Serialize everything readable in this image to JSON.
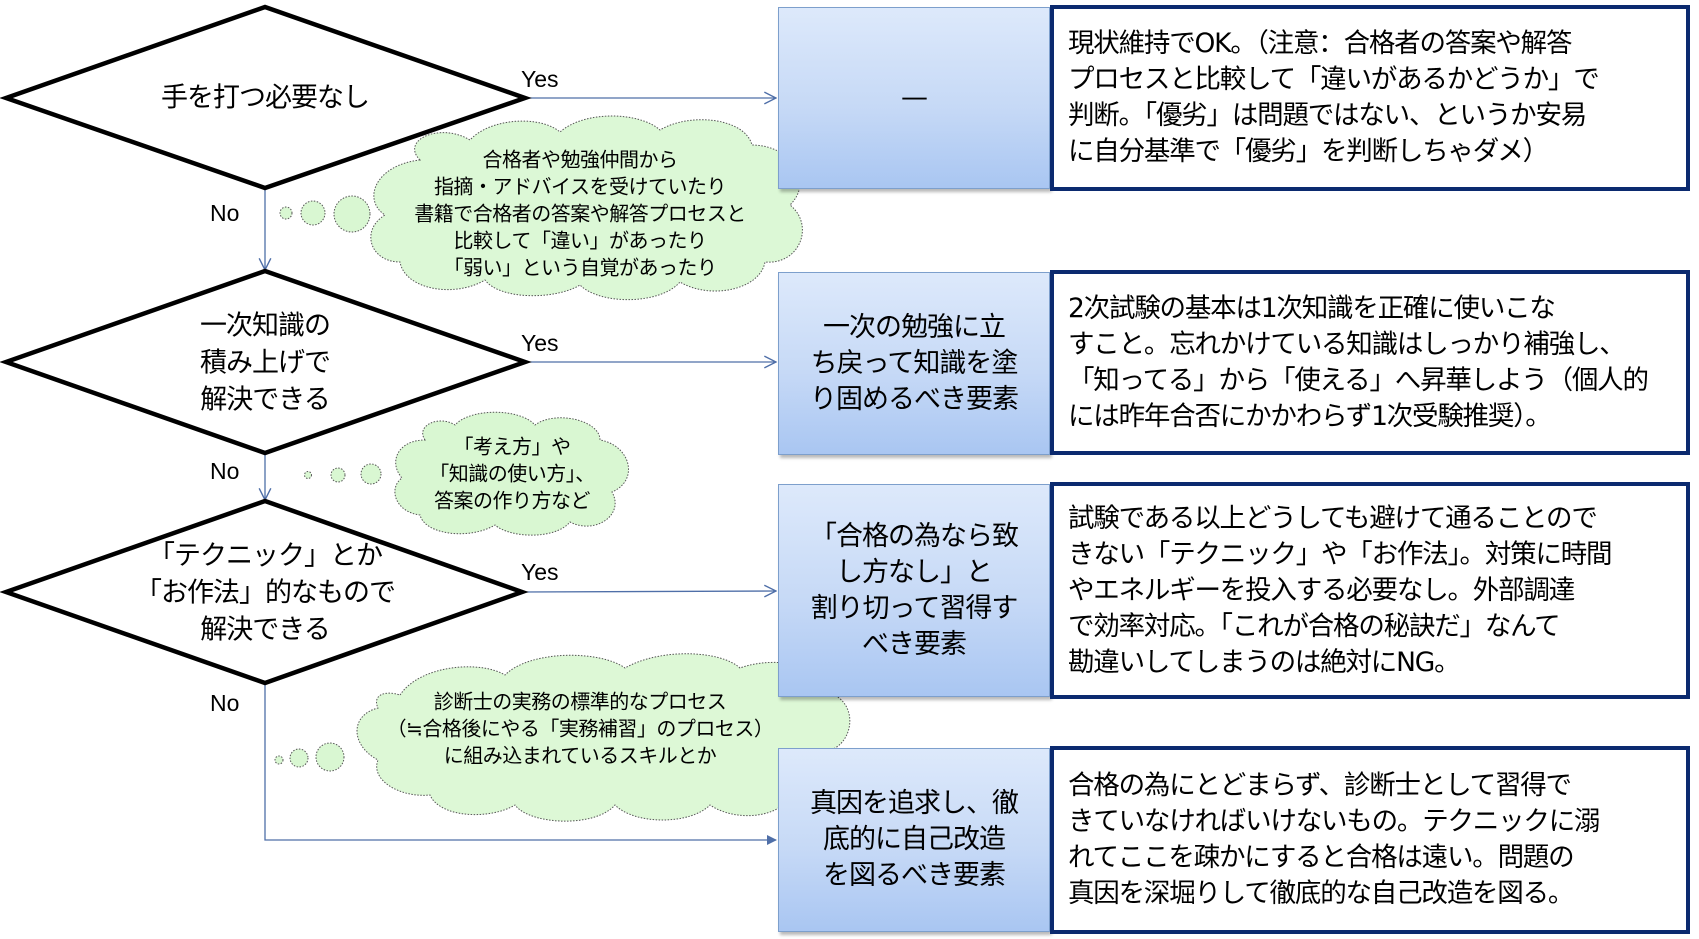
{
  "diagram": {
    "type": "flowchart",
    "colors": {
      "diamond_stroke": "#000000",
      "connector": "#4f6fa8",
      "result_box_fill_top": "#dde9fb",
      "result_box_fill_bottom": "#a9c6f2",
      "description_border": "#0b2a6f",
      "thought_cloud_fill": "#d9f7d2",
      "thought_cloud_stroke": "#555555"
    },
    "decisions": [
      {
        "id": "d1",
        "text": "手を打つ必要なし",
        "yes_label": "Yes",
        "no_label": "No"
      },
      {
        "id": "d2",
        "text": "一次知識の\n積み上げで\n解決できる",
        "yes_label": "Yes",
        "no_label": "No"
      },
      {
        "id": "d3",
        "text": "「テクニック」とか\n「お作法」的なもので\n解決できる",
        "yes_label": "Yes",
        "no_label": "No"
      }
    ],
    "results": [
      {
        "id": "r1",
        "text": "—"
      },
      {
        "id": "r2",
        "text": "一次の勉強に立\nち戻って知識を塗\nり固めるべき要素"
      },
      {
        "id": "r3",
        "text": "「合格の為なら致\nし方なし」と\n割り切って習得す\nべき要素"
      },
      {
        "id": "r4",
        "text": "真因を追求し、徹\n底的に自己改造\nを図るべき要素"
      }
    ],
    "descriptions": [
      {
        "id": "t1",
        "lines": [
          "現状維持でOK。（注意：合格者の答案や解答",
          "プロセスと比較して「違いがあるかどうか」で",
          "判断。「優劣」は問題ではない、というか安易",
          "に自分基準で「優劣」を判断しちゃダメ）"
        ]
      },
      {
        "id": "t2",
        "lines": [
          "2次試験の基本は1次知識を正確に使いこな",
          "すこと。忘れかけている知識はしっかり補強し、",
          "「知ってる」から「使える」へ昇華しよう（個人的",
          "には昨年合否にかかわらず1次受験推奨）。"
        ]
      },
      {
        "id": "t3",
        "lines": [
          "試験である以上どうしても避けて通ることので",
          "きない「テクニック」や「お作法」。対策に時間",
          "やエネルギーを投入する必要なし。外部調達",
          "で効率対応。「これが合格の秘訣だ」なんて",
          "勘違いしてしまうのは絶対にNG。"
        ]
      },
      {
        "id": "t4",
        "lines": [
          "合格の為にとどまらず、診断士として習得で",
          "きていなければいけないもの。テクニックに溺",
          "れてここを疎かにすると合格は遠い。問題の",
          "真因を深堀りして徹底的な自己改造を図る。"
        ]
      }
    ],
    "thought_clouds": [
      {
        "id": "c1",
        "lines": [
          "合格者や勉強仲間から",
          "指摘・アドバイスを受けていたり",
          "書籍で合格者の答案や解答プロセスと",
          "比較して「違い」があったり",
          "「弱い」という自覚があったり"
        ]
      },
      {
        "id": "c2",
        "lines": [
          "「考え方」や",
          "「知識の使い方」、",
          "答案の作り方など"
        ]
      },
      {
        "id": "c3",
        "lines": [
          "診断士の実務の標準的なプロセス",
          "（≒合格後にやる「実務補習」のプロセス）",
          "に組み込まれているスキルとか"
        ]
      }
    ]
  }
}
